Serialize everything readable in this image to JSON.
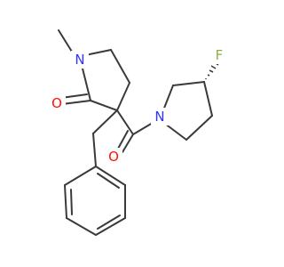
{
  "molecule": {
    "colors": {
      "bond": "#3a3a3a",
      "nitrogen": "#3333ff",
      "oxygen": "#ff0d0d",
      "fluorine": "#8fb045"
    },
    "atoms": {
      "lactam_nitrogen": "N",
      "lactam_oxygen": "O",
      "amide_nitrogen": "N",
      "amide_oxygen": "O",
      "fluorine": "F"
    }
  }
}
